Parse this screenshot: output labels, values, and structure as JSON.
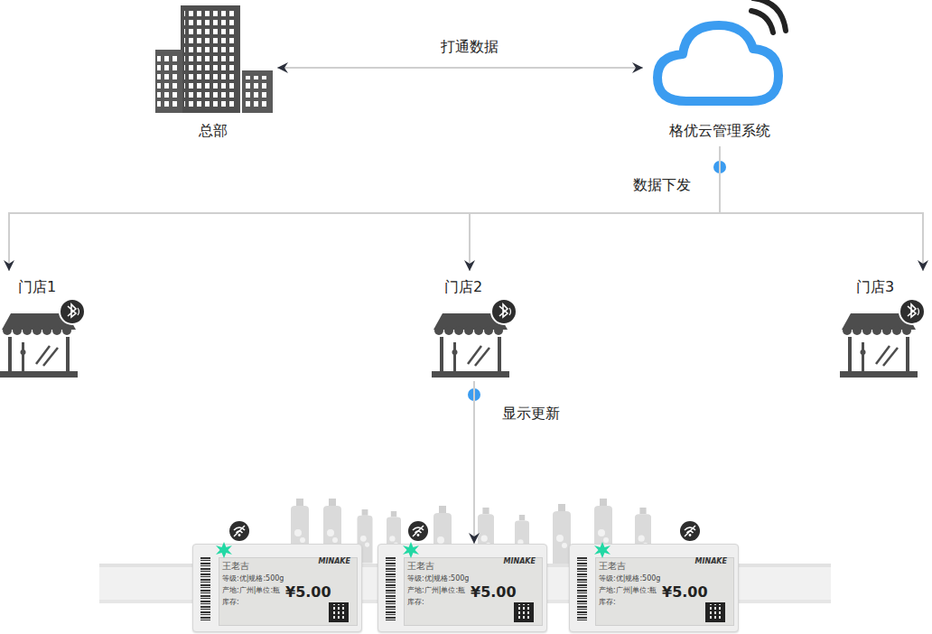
{
  "diagram": {
    "nodes": [
      {
        "text": [
          "总部"
        ]
      },
      {
        "text": [
          "格优云管理系统"
        ]
      },
      {
        "text": [
          "门店1"
        ]
      },
      {
        "text": [
          "门店2"
        ]
      },
      {
        "text": [
          "门店3"
        ]
      },
      {
        "text": [
          "MINAKE",
          "王老吉",
          "等级:优|规格:500g",
          "产地:广州|单位:瓶",
          "库存:",
          "¥5.00"
        ]
      },
      {
        "text": [
          "MINAKE",
          "王老吉",
          "等级:优|规格:500g",
          "产地:广州|单位:瓶",
          "库存:",
          "¥5.00"
        ]
      },
      {
        "text": [
          "MINAKE",
          "王老吉",
          "等级:优|规格:500g",
          "产地:广州|单位:瓶",
          "库存:",
          "¥5.00"
        ]
      }
    ],
    "edges": [
      {
        "from": 0,
        "to": 1,
        "arrow": "both",
        "label": "打通数据"
      },
      {
        "from": 1,
        "to": 2,
        "arrow": "to"
      },
      {
        "from": 1,
        "to": 3,
        "arrow": "to",
        "label": "数据下发"
      },
      {
        "from": 1,
        "to": 4,
        "arrow": "to"
      },
      {
        "from": 3,
        "to": 6,
        "arrow": "to",
        "label": "显示更新"
      }
    ]
  }
}
